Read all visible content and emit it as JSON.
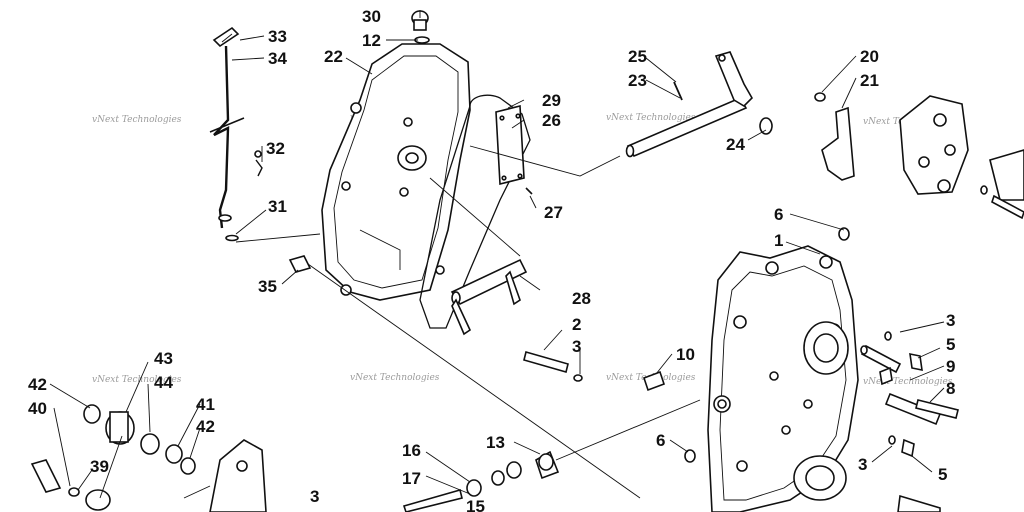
{
  "diagram": {
    "watermark_text": "vNext Technologies",
    "callouts": [
      {
        "id": "c33",
        "text": "33"
      },
      {
        "id": "c34",
        "text": "34"
      },
      {
        "id": "c32",
        "text": "32"
      },
      {
        "id": "c31",
        "text": "31"
      },
      {
        "id": "c30",
        "text": "30"
      },
      {
        "id": "c12",
        "text": "12"
      },
      {
        "id": "c22",
        "text": "22"
      },
      {
        "id": "c25",
        "text": "25"
      },
      {
        "id": "c23",
        "text": "23"
      },
      {
        "id": "c24",
        "text": "24"
      },
      {
        "id": "c29",
        "text": "29"
      },
      {
        "id": "c26",
        "text": "26"
      },
      {
        "id": "c27",
        "text": "27"
      },
      {
        "id": "c20",
        "text": "20"
      },
      {
        "id": "c21",
        "text": "21"
      },
      {
        "id": "c6a",
        "text": "6"
      },
      {
        "id": "c1",
        "text": "1"
      },
      {
        "id": "c35",
        "text": "35"
      },
      {
        "id": "c28",
        "text": "28"
      },
      {
        "id": "c2",
        "text": "2"
      },
      {
        "id": "c3a",
        "text": "3"
      },
      {
        "id": "c10",
        "text": "10"
      },
      {
        "id": "c3b",
        "text": "3"
      },
      {
        "id": "c5a",
        "text": "5"
      },
      {
        "id": "c9",
        "text": "9"
      },
      {
        "id": "c8",
        "text": "8"
      },
      {
        "id": "c6b",
        "text": "6"
      },
      {
        "id": "c3c",
        "text": "3"
      },
      {
        "id": "c5b",
        "text": "5"
      },
      {
        "id": "c43",
        "text": "43"
      },
      {
        "id": "c44",
        "text": "44"
      },
      {
        "id": "c42a",
        "text": "42"
      },
      {
        "id": "c40",
        "text": "40"
      },
      {
        "id": "c41",
        "text": "41"
      },
      {
        "id": "c42b",
        "text": "42"
      },
      {
        "id": "c39",
        "text": "39"
      },
      {
        "id": "c16",
        "text": "16"
      },
      {
        "id": "c13",
        "text": "13"
      },
      {
        "id": "c17",
        "text": "17"
      },
      {
        "id": "c15",
        "text": "15"
      },
      {
        "id": "c3d",
        "text": "3"
      }
    ]
  }
}
